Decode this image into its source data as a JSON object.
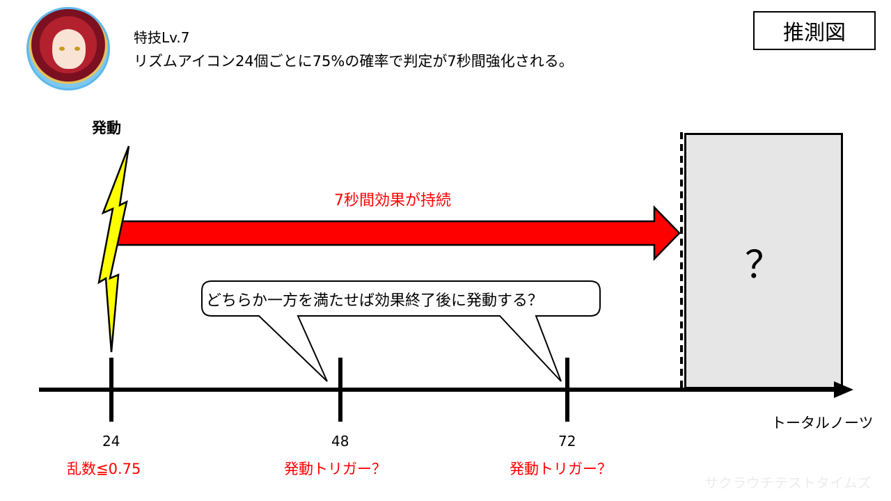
{
  "header": {
    "skill_title": "特技Lv.7",
    "skill_description": "リズムアイコン24個ごとに75%の確率で判定が7秒間強化される。",
    "badge": "推測図"
  },
  "diagram": {
    "activation_label": "発動",
    "effect_label": "7秒間効果が持続",
    "unknown_box_label": "？",
    "bubble_text": "どちらか一方を満たせば効果終了後に発動する？",
    "axis_title": "トータルノーツ",
    "ticks": [
      {
        "value": "24",
        "note": "乱数≦0.75"
      },
      {
        "value": "48",
        "note": "発動トリガー？"
      },
      {
        "value": "72",
        "note": "発動トリガー？"
      }
    ],
    "colors": {
      "arrow_fill": "#ff0000",
      "lightning_fill": "#ffff00",
      "box_fill": "#e6e6e6",
      "note_text": "#ff0000"
    }
  },
  "watermark": "サクラウチテストタイムズ"
}
